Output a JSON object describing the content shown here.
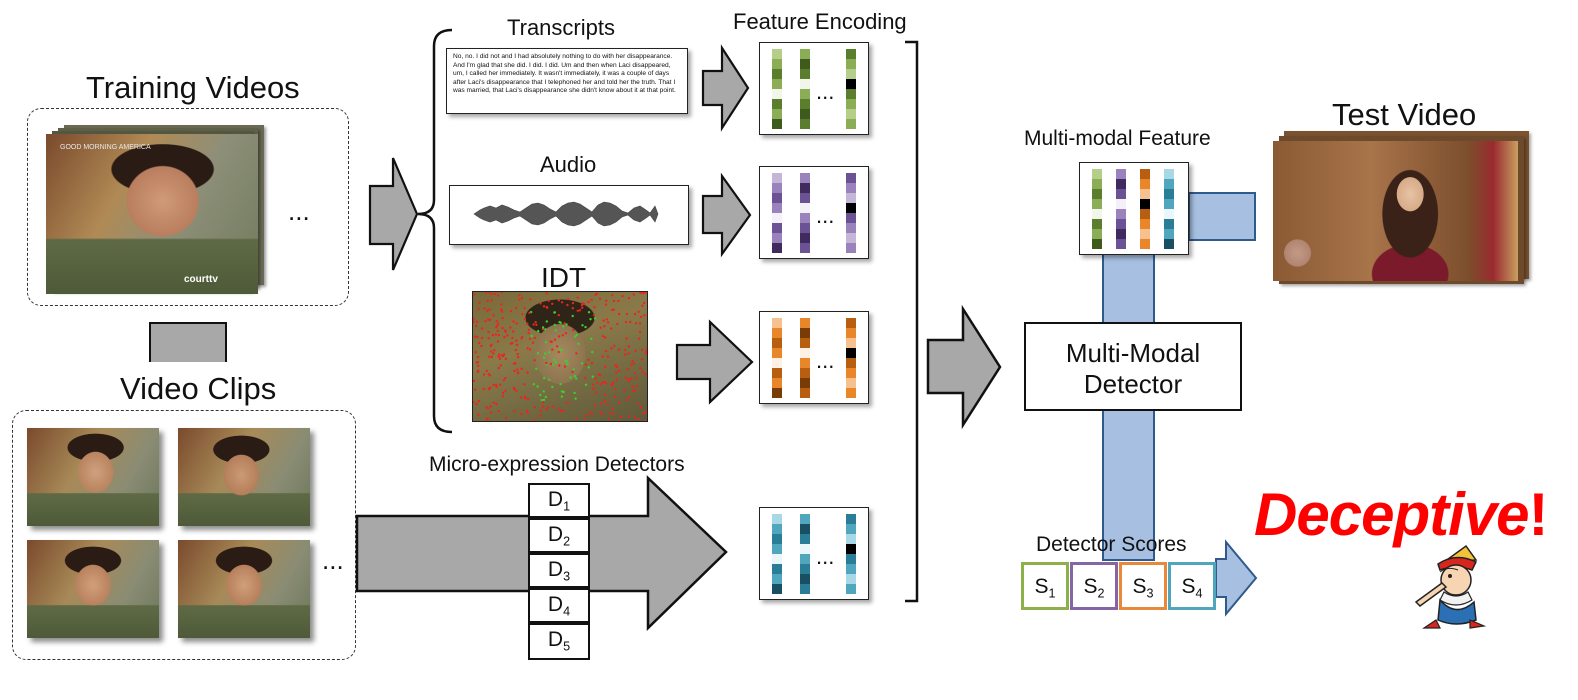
{
  "training": {
    "title": "Training Videos",
    "ellipsis": "...",
    "watermark_top": "GOOD MORNING AMERICA",
    "watermark_bottom": "courttv"
  },
  "clips": {
    "title": "Video Clips",
    "ellipsis": "..."
  },
  "transcripts": {
    "title": "Transcripts",
    "text": "No, no. I did not and I had absolutely nothing to do with her disappearance. And I'm glad that she did. I did. I did. Um and then when Laci disappeared, um, I called her immediately. It wasn't immediately, it was a couple of days after Laci's disappearance that I telephoned her  and told her the truth. That I was married, that Laci's disappearance she didn't know about it at that point."
  },
  "audio": {
    "title": "Audio"
  },
  "idt": {
    "title": "IDT"
  },
  "micro": {
    "title": "Micro-expression Detectors",
    "detectors": [
      {
        "base": "D",
        "sub": "1"
      },
      {
        "base": "D",
        "sub": "2"
      },
      {
        "base": "D",
        "sub": "3"
      },
      {
        "base": "D",
        "sub": "4"
      },
      {
        "base": "D",
        "sub": "5"
      }
    ]
  },
  "feature_encoding": {
    "title": "Feature Encoding",
    "ellipsis": "..."
  },
  "multimodal": {
    "title": "Multi-modal Feature"
  },
  "detector": {
    "line1": "Multi-Modal",
    "line2": "Detector"
  },
  "test_video": {
    "title": "Test Video"
  },
  "scores": {
    "title": "Detector Scores",
    "items": [
      {
        "base": "S",
        "sub": "1",
        "color": "#8db04a"
      },
      {
        "base": "S",
        "sub": "2",
        "color": "#8466a6"
      },
      {
        "base": "S",
        "sub": "3",
        "color": "#e8883a"
      },
      {
        "base": "S",
        "sub": "4",
        "color": "#4fa6bd"
      }
    ]
  },
  "result": {
    "word": "Deceptive",
    "mark": "!"
  },
  "colors": {
    "arrow_fill": "#a8a8a8",
    "connector_fill": "#a7bfe0",
    "connector_stroke": "#2f5a8c",
    "result": "#ff0000"
  },
  "palettes": {
    "green": [
      "#b5cf8a",
      "#8aad55",
      "#5b7d2e",
      "#3e5a1c",
      "#f2f6ea",
      "#000000"
    ],
    "purple": [
      "#c5b6d8",
      "#9a82bd",
      "#6b5294",
      "#3f2b5e",
      "#f4f0f8",
      "#000000"
    ],
    "orange": [
      "#f6c08f",
      "#e9862a",
      "#b85e10",
      "#7a3c06",
      "#fdf1e5",
      "#000000"
    ],
    "blue": [
      "#a8d8e6",
      "#4fa6bd",
      "#2a7d96",
      "#184f63",
      "#eaf6f9",
      "#000000"
    ]
  }
}
